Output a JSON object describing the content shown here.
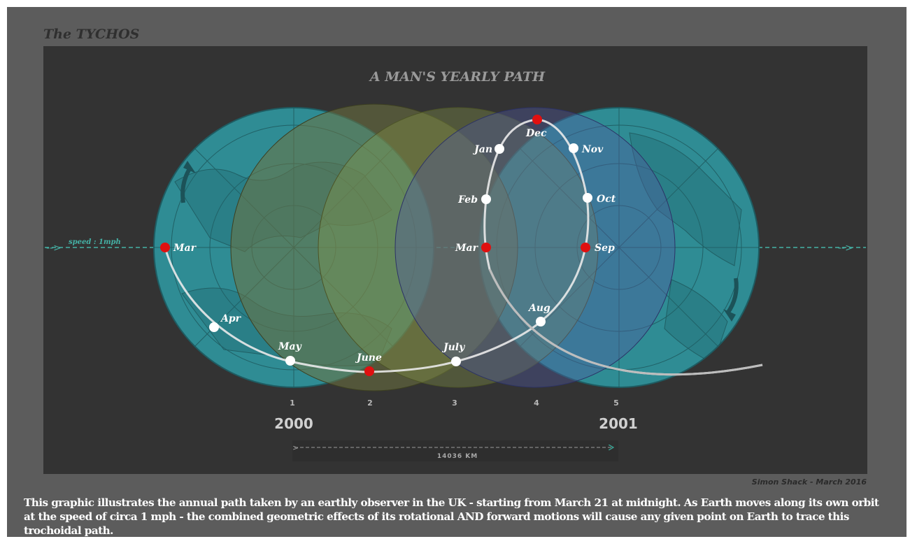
{
  "brand": "The TYCHOS",
  "title": "A MAN'S YEARLY PATH",
  "speed_label": "speed : 1mph",
  "year_labels": [
    "2000",
    "2001"
  ],
  "orbit_ticks": [
    "1",
    "2",
    "3",
    "4",
    "5"
  ],
  "distance_label": "14036 KM",
  "credit": "Simon Shack - March 2016",
  "caption": "This graphic illustrates the annual path taken by an earthly observer in the UK - starting from March 21 at midnight. As Earth moves along its own orbit at the speed of circa 1 mph - the combined geometric effects of its rotational AND forward motions will cause any given point on Earth to trace this trochoidal path.",
  "colors": {
    "frame": "#5c5c5c",
    "panel": "#333333",
    "globe_teal": "#2f8c94",
    "globe_olive": "#6e7240",
    "globe_green": "#8a9a4a",
    "globe_blue": "#4f5aa0",
    "path": "#f0f0f0",
    "key_marker": "#e01010",
    "month_marker": "#ffffff",
    "speed_line": "#45b2a6"
  },
  "months": [
    {
      "label": "Mar",
      "key": true
    },
    {
      "label": "Apr",
      "key": false
    },
    {
      "label": "May",
      "key": false
    },
    {
      "label": "June",
      "key": true
    },
    {
      "label": "July",
      "key": false
    },
    {
      "label": "Aug",
      "key": false
    },
    {
      "label": "Sep",
      "key": true
    },
    {
      "label": "Oct",
      "key": false
    },
    {
      "label": "Nov",
      "key": false
    },
    {
      "label": "Dec",
      "key": true
    },
    {
      "label": "Jan",
      "key": false
    },
    {
      "label": "Feb",
      "key": false
    },
    {
      "label": "Mar",
      "key": true
    }
  ]
}
